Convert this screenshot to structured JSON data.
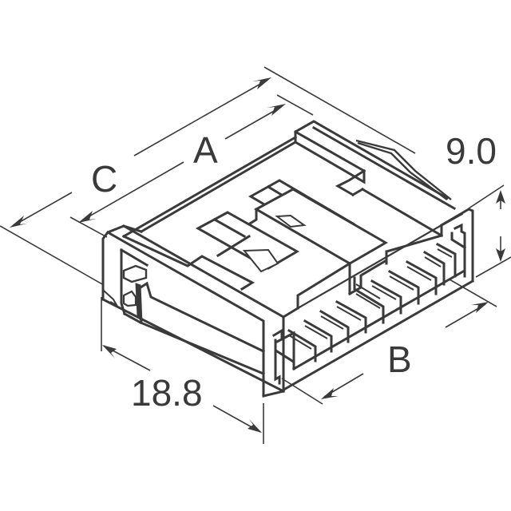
{
  "figure": {
    "subject": "Multi-pin connector housing, isometric view",
    "line_color": "#3a3a3a",
    "background": "#ffffff"
  },
  "dimensions": {
    "A": {
      "label": "A"
    },
    "B": {
      "label": "B"
    },
    "C": {
      "label": "C"
    },
    "height": {
      "label": "9.0"
    },
    "depth": {
      "label": "18.8"
    }
  }
}
